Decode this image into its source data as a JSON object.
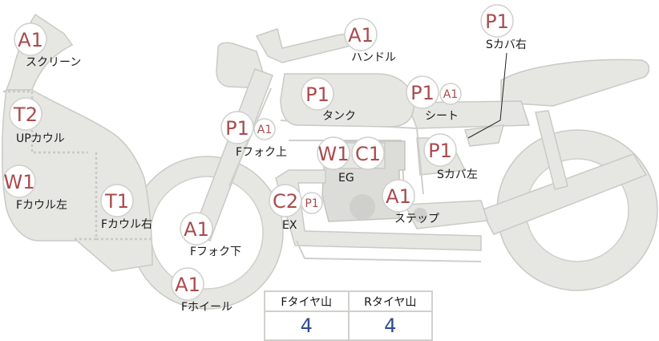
{
  "colors": {
    "code_text": "#a94b4d",
    "label_text": "#1a1a1a",
    "part_fill": "#e6e6e3",
    "tire_value_text": "#2f4b8f"
  },
  "parts": [
    {
      "code": "A1",
      "label": "スクリーン"
    },
    {
      "code": "T2",
      "label": "UPカウル"
    },
    {
      "code": "W1",
      "label": "Fカウル左"
    },
    {
      "code": "T1",
      "label": "Fカウル右"
    },
    {
      "code": "A1",
      "label": "Fフォク下"
    },
    {
      "code": "A1",
      "label": "Fホイール"
    },
    {
      "code": "P1",
      "code2": "A1",
      "label": "Fフォク上"
    },
    {
      "code": "A1",
      "label": "ハンドル"
    },
    {
      "code": "P1",
      "label": "タンク"
    },
    {
      "code": "P1",
      "code2": "A1",
      "label": "シート"
    },
    {
      "code": "P1",
      "label": "Sカバ右"
    },
    {
      "code": "P1",
      "label": "Sカバ左"
    },
    {
      "code": "W1",
      "code2": "C1",
      "label": "EG"
    },
    {
      "code": "C2",
      "code2": "P1",
      "label": "EX"
    },
    {
      "code": "A1",
      "label": "ステップ"
    }
  ],
  "tire_table": {
    "headers": [
      "Fタイヤ山",
      "Rタイヤ山"
    ],
    "values": [
      "4",
      "4"
    ]
  }
}
